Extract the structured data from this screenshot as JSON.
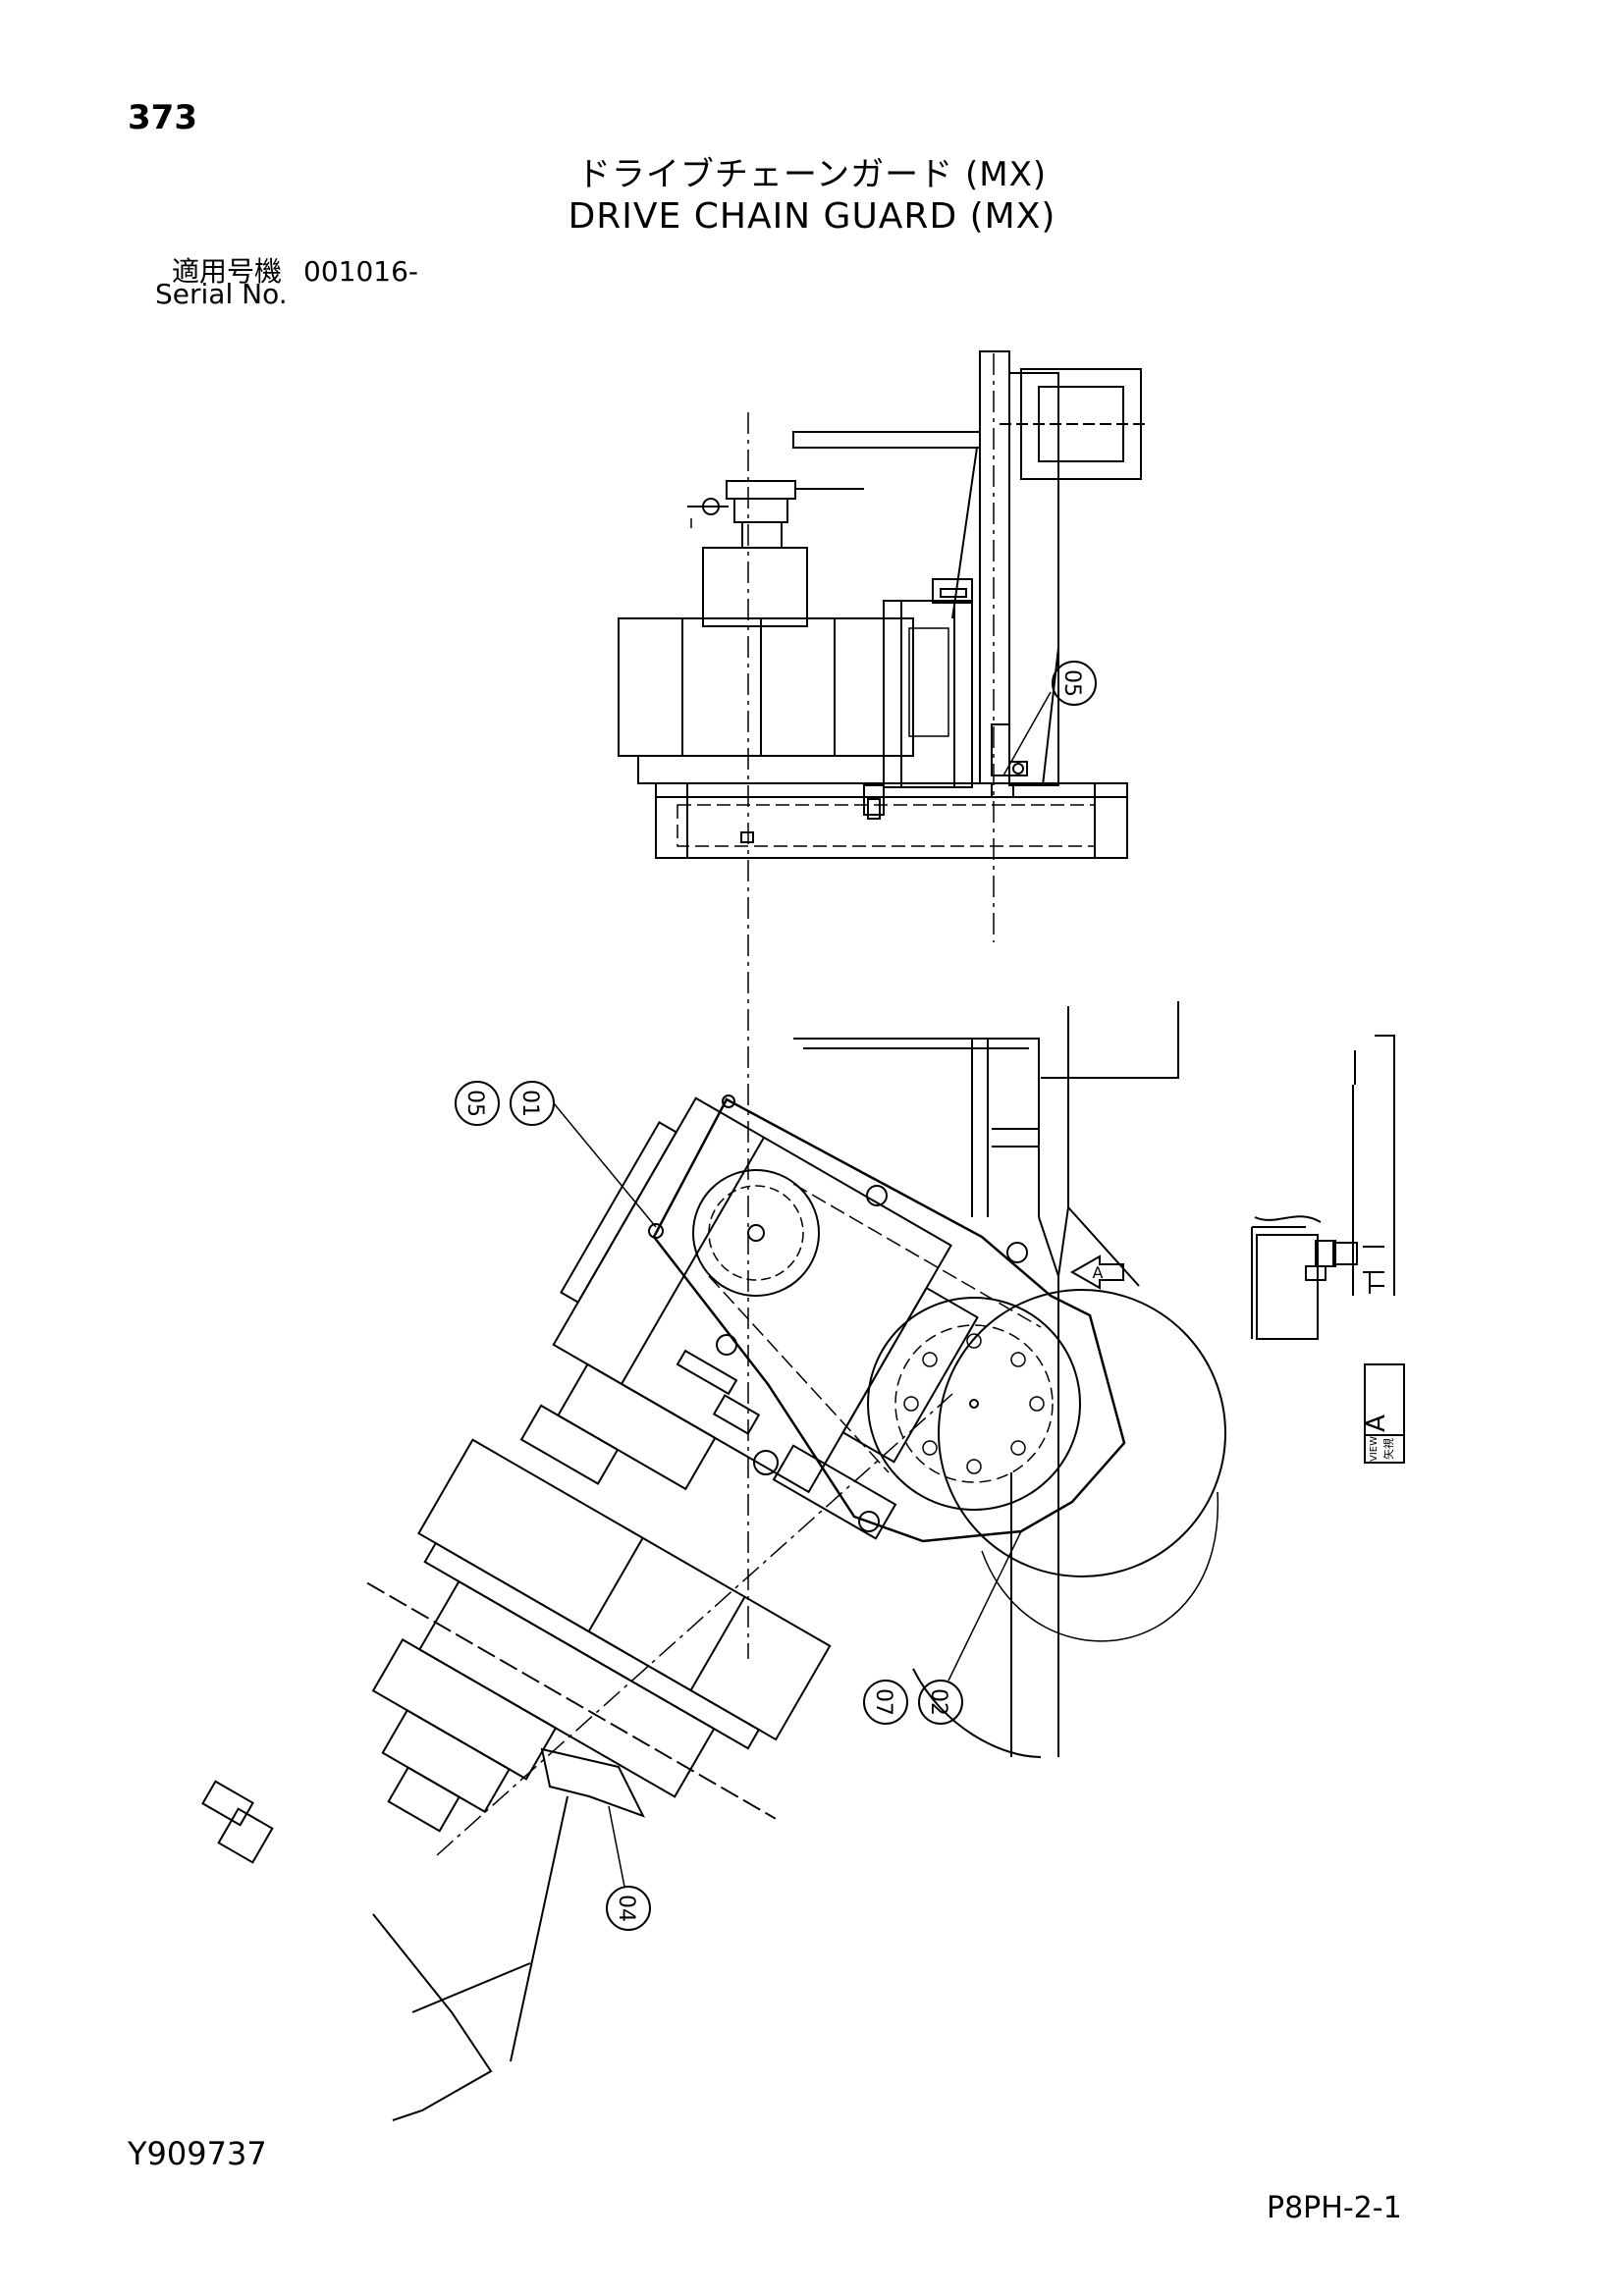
{
  "page_number": "373",
  "title": {
    "japanese": "ドライブチェーンガード (MX)",
    "english": "DRIVE CHAIN GUARD (MX)"
  },
  "serial": {
    "label_jp": "適用号機",
    "value": "001016-",
    "label_en": "Serial No."
  },
  "callouts": [
    "05",
    "01",
    "02",
    "07",
    "04",
    "05"
  ],
  "view_mark": "A",
  "view_label": "VIEW",
  "view_label_jp": "矢視",
  "drawing_code": "Y909737",
  "page_code": "P8PH-2-1"
}
